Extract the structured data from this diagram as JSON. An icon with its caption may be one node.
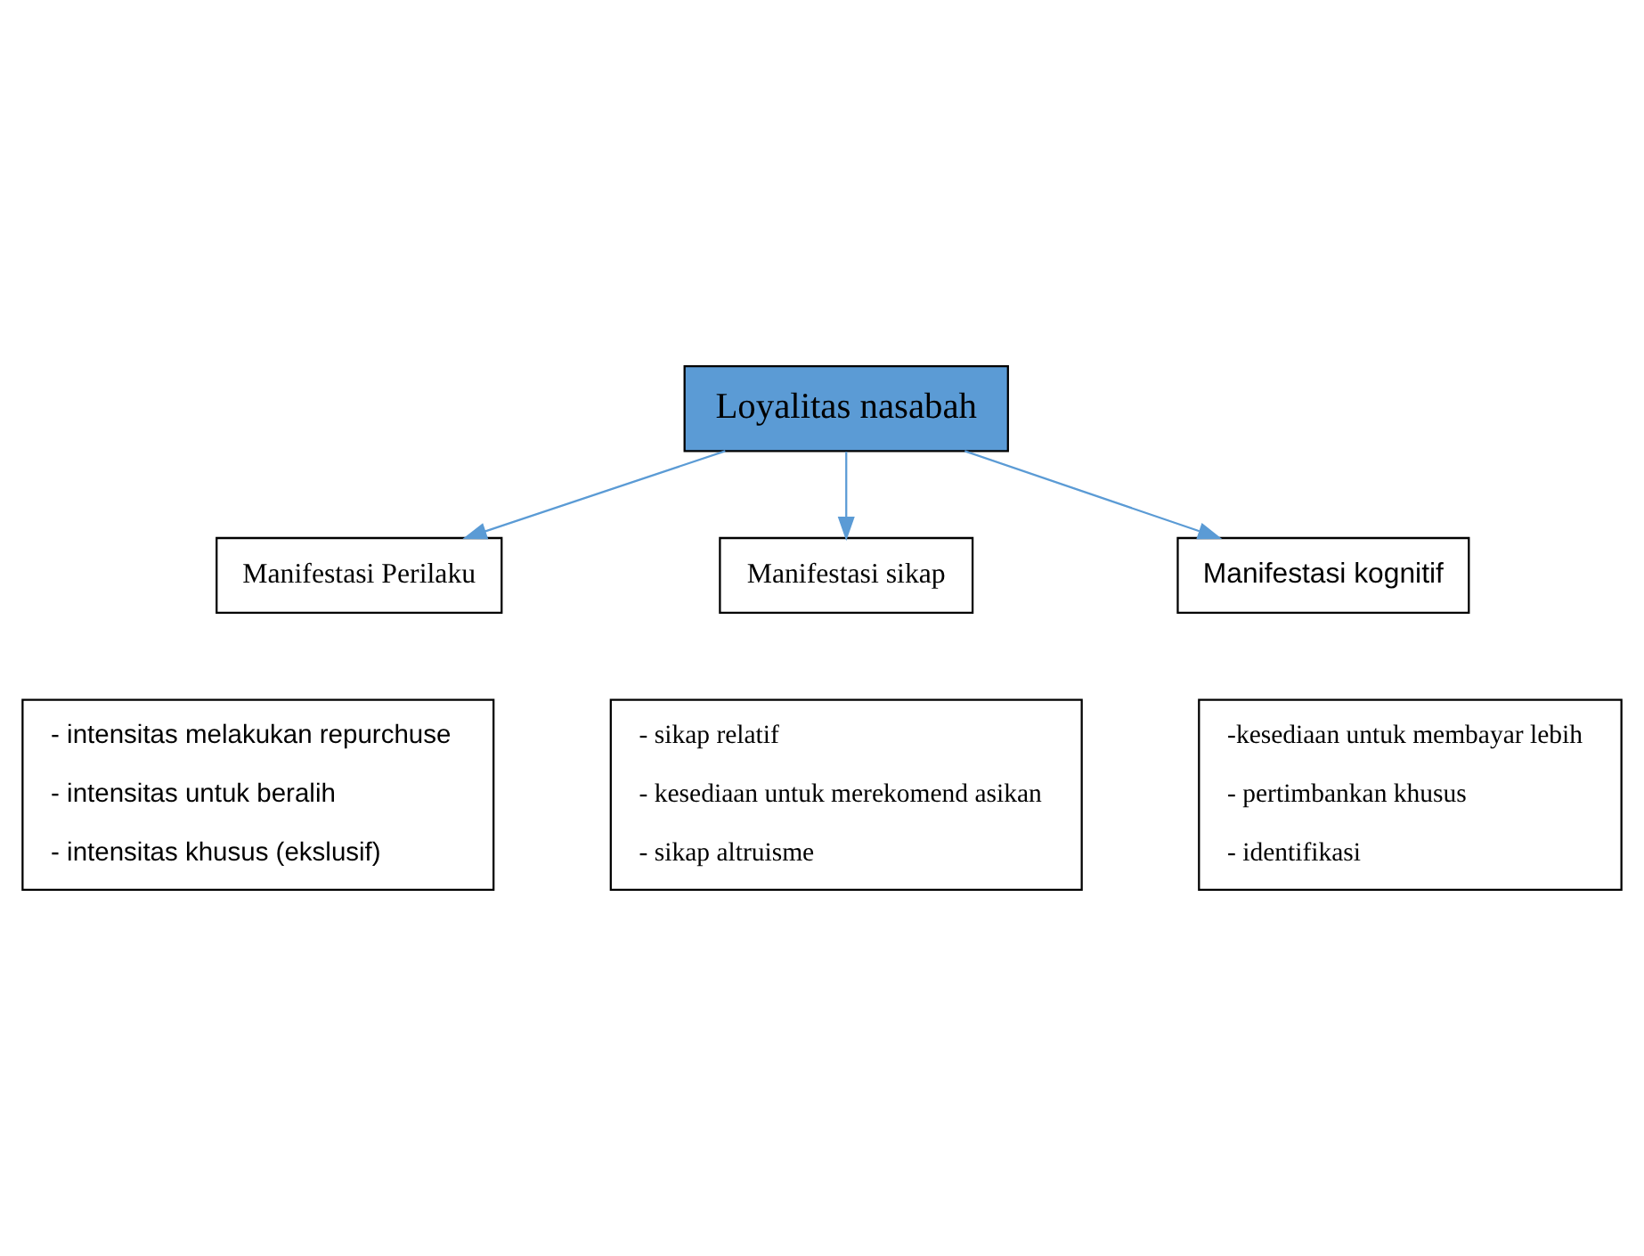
{
  "diagram": {
    "nodes": [
      {
        "text": [
          "Loyalitas nasabah"
        ]
      },
      {
        "text": [
          "Manifestasi Perilaku"
        ]
      },
      {
        "text": [
          "Manifestasi sikap"
        ]
      },
      {
        "text": [
          "Manifestasi kognitif"
        ]
      },
      {
        "text": [
          "- intensitas melakukan repurchuse",
          "- intensitas untuk beralih",
          "- intensitas khusus (ekslusif)"
        ]
      },
      {
        "text": [
          "- sikap relatif",
          "- kesediaan untuk merekomend asikan",
          "- sikap altruisme"
        ]
      },
      {
        "text": [
          "-kesediaan untuk membayar lebih",
          "- pertimbankan khusus",
          "- identifikasi"
        ]
      }
    ],
    "edges": [
      {
        "from": 0,
        "to": 1,
        "arrow": "to"
      },
      {
        "from": 0,
        "to": 2,
        "arrow": "to"
      },
      {
        "from": 0,
        "to": 3,
        "arrow": "to"
      }
    ]
  }
}
